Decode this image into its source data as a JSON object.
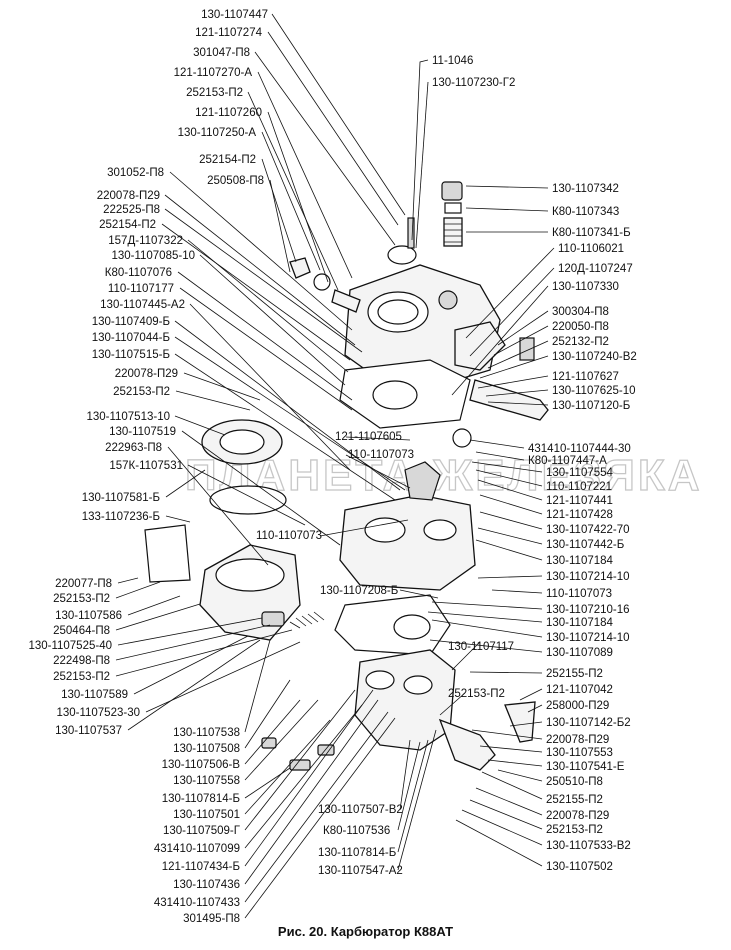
{
  "caption": "Рис. 20. Карбюратор К88АТ",
  "watermark": "ПЛАНЕТА ЖЕЛЕЗЯКА",
  "labels": {
    "left": [
      "130-1107447",
      "121-1107274",
      "301047-П8",
      "121-1107270-А",
      "252153-П2",
      "121-1107260",
      "130-1107250-А",
      "252154-П2",
      "250508-П8",
      "301052-П8",
      "220078-П29",
      "222525-П8",
      "252154-П2",
      "157Д-1107322",
      "130-1107085-10",
      "К80-1107076",
      "110-1107177",
      "130-1107445-А2",
      "130-1107409-Б",
      "130-1107044-Б",
      "130-1107515-Б",
      "220078-П29",
      "252153-П2",
      "130-1107513-10",
      "130-1107519",
      "222963-П8",
      "157К-1107531",
      "130-1107581-Б",
      "133-1107236-Б",
      "220077-П8",
      "252153-П2",
      "130-1107586",
      "250464-П8",
      "130-1107525-40",
      "222498-П8",
      "252153-П2",
      "130-1107589",
      "130-1107523-30",
      "130-1107537"
    ],
    "right": [
      "11-1046",
      "130-1107230-Г2",
      "130-1107342",
      "К80-1107343",
      "К80-1107341-Б",
      "110-1106021",
      "120Д-1107247",
      "130-1107330",
      "300304-П8",
      "220050-П8",
      "252132-П2",
      "130-1107240-В2",
      "121-1107627",
      "130-1107625-10",
      "130-1107120-Б",
      "431410-1107444-30",
      "К80-1107447-А",
      "130-1107554",
      "110-1107221",
      "121-1107441",
      "121-1107428",
      "130-1107422-70",
      "130-1107442-Б",
      "130-1107184",
      "130-1107214-10",
      "110-1107073",
      "130-1107210-16",
      "130-1107184",
      "130-1107214-10",
      "130-1107089",
      "252155-П2",
      "121-1107042",
      "258000-П29",
      "130-1107142-Б2",
      "220078-П29",
      "130-1107553",
      "130-1107541-Е",
      "250510-П8",
      "252155-П2",
      "220078-П29",
      "252153-П2",
      "130-1107533-В2",
      "130-1107502"
    ],
    "bottom": [
      "130-1107538",
      "130-1107508",
      "130-1107506-В",
      "130-1107558",
      "130-1107814-Б",
      "130-1107501",
      "130-1107509-Г",
      "431410-1107099",
      "121-1107434-Б",
      "130-1107436",
      "431410-1107433",
      "301495-П8"
    ],
    "center": [
      "121-1107605",
      "110-1107073",
      "110-1107073",
      "130-1107208-Б",
      "130-1107117",
      "252153-П2",
      "130-1107507-В2",
      "К80-1107536",
      "130-1107814-Б",
      "130-1107547-А2"
    ]
  }
}
